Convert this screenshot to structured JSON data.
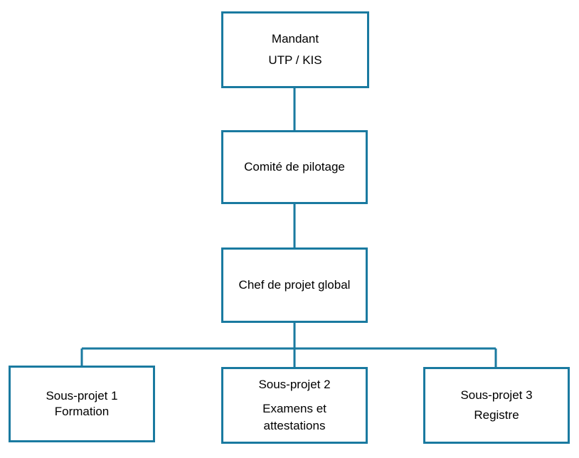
{
  "diagram": {
    "type": "org-chart",
    "line_color": "#1a7aa0",
    "nodes": [
      {
        "id": "mandant",
        "lines": [
          "Mandant",
          "UTP / KIS"
        ]
      },
      {
        "id": "comite",
        "lines": [
          "Comité de pilotage"
        ]
      },
      {
        "id": "chef",
        "lines": [
          "Chef de projet global"
        ]
      },
      {
        "id": "sp1",
        "lines": [
          "Sous-projet 1",
          "Formation"
        ]
      },
      {
        "id": "sp2",
        "lines": [
          "Sous-projet 2",
          "Examens et",
          "attestations"
        ]
      },
      {
        "id": "sp3",
        "lines": [
          "Sous-projet 3",
          "Registre"
        ]
      }
    ],
    "edges": [
      [
        "mandant",
        "comite"
      ],
      [
        "comite",
        "chef"
      ],
      [
        "chef",
        "sp1"
      ],
      [
        "chef",
        "sp2"
      ],
      [
        "chef",
        "sp3"
      ]
    ]
  }
}
